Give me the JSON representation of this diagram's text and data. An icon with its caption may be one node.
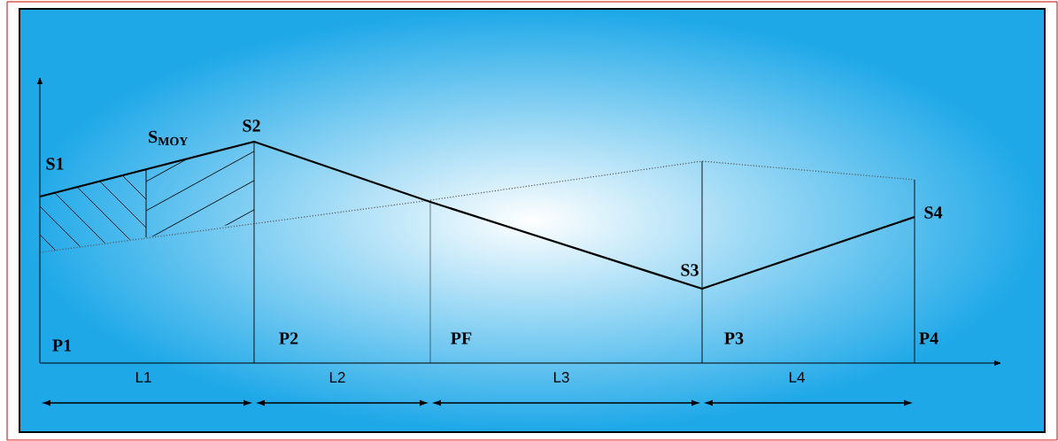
{
  "diagram": {
    "labels": [
      "S1",
      "S$_{MOY}$",
      "S2",
      "S3",
      "S4",
      "P1",
      "P2",
      "PF",
      "P3",
      "P4",
      "L1",
      "L2",
      "L3",
      "L4"
    ]
  }
}
